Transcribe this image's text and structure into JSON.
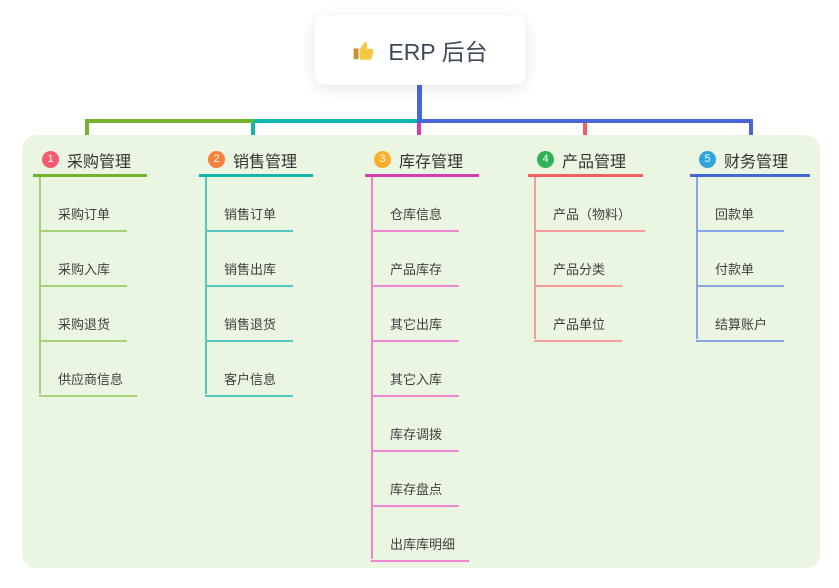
{
  "root": {
    "label": "ERP 后台",
    "icon": "thumbs-up"
  },
  "colors": {
    "canvas_bg": "#ffffff",
    "container_bg": "#eaf6e2",
    "stem_blue": "#4a66d6",
    "bus_green": "#74b42c",
    "bus_teal": "#14b5ad",
    "bus_blue": "#4a66d6",
    "drop_magenta": "#d23ead",
    "drop_red": "#f25f5f",
    "thumb_yellow": "#f7c843"
  },
  "branches": [
    {
      "index": "1",
      "label": "采购管理",
      "badge_color": "#f85a70",
      "line_color": "#74b42c",
      "sub_line_color": "#a6d177",
      "items": [
        "采购订单",
        "采购入库",
        "采购退货",
        "供应商信息"
      ]
    },
    {
      "index": "2",
      "label": "销售管理",
      "badge_color": "#fb7e3a",
      "line_color": "#14b5ad",
      "sub_line_color": "#54c9c1",
      "items": [
        "销售订单",
        "销售出库",
        "销售退货",
        "客户信息"
      ]
    },
    {
      "index": "3",
      "label": "库存管理",
      "badge_color": "#fbae27",
      "line_color": "#d23ead",
      "sub_line_color": "#ee87cf",
      "items": [
        "仓库信息",
        "产品库存",
        "其它出库",
        "其它入库",
        "库存调拨",
        "库存盘点",
        "出库库明细"
      ]
    },
    {
      "index": "4",
      "label": "产品管理",
      "badge_color": "#2eb157",
      "line_color": "#f25f5f",
      "sub_line_color": "#f79b9b",
      "items": [
        "产品（物料）",
        "产品分类",
        "产品单位"
      ]
    },
    {
      "index": "5",
      "label": "财务管理",
      "badge_color": "#31a3dd",
      "line_color": "#4467d0",
      "sub_line_color": "#8aa4e6",
      "items": [
        "回款单",
        "付款单",
        "结算账户"
      ]
    }
  ]
}
